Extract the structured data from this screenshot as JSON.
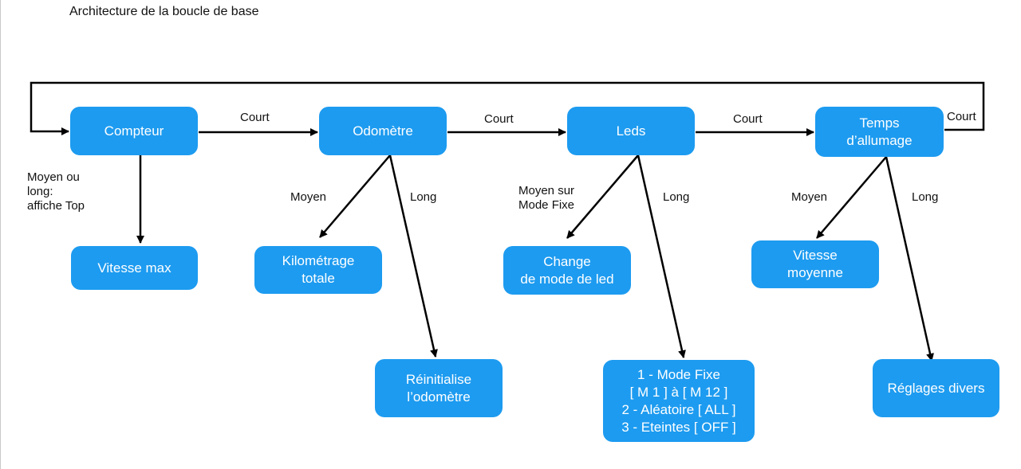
{
  "title": "Architecture de la boucle de base",
  "colors": {
    "node_fill": "#1d9bf0",
    "node_text": "#ffffff",
    "line": "#000000"
  },
  "nodes": {
    "compteur": "Compteur",
    "odometre": "Odomètre",
    "leds": "Leds",
    "temps": "Temps\nd’allumage",
    "vitesse_max": "Vitesse max",
    "kilometrage": "Kilométrage\ntotale",
    "reinitialise": "Réinitialise\nl’odomètre",
    "change_mode": "Change\nde mode de led",
    "modes_list": "1 - Mode Fixe\n[ M 1 ] à [ M 12 ]\n2 - Aléatoire [ ALL ]\n3 - Eteintes [ OFF ]",
    "vitesse_moyenne": "Vitesse\nmoyenne",
    "reglages": "Réglages divers"
  },
  "edge_labels": {
    "court_1": "Court",
    "court_2": "Court",
    "court_3": "Court",
    "court_4": "Court",
    "compteur_moyen_long": "Moyen ou\nlong:\naffiche Top",
    "odometre_moyen": "Moyen",
    "odometre_long": "Long",
    "leds_moyen": "Moyen sur\nMode Fixe",
    "leds_long": "Long",
    "temps_moyen": "Moyen",
    "temps_long": "Long"
  }
}
